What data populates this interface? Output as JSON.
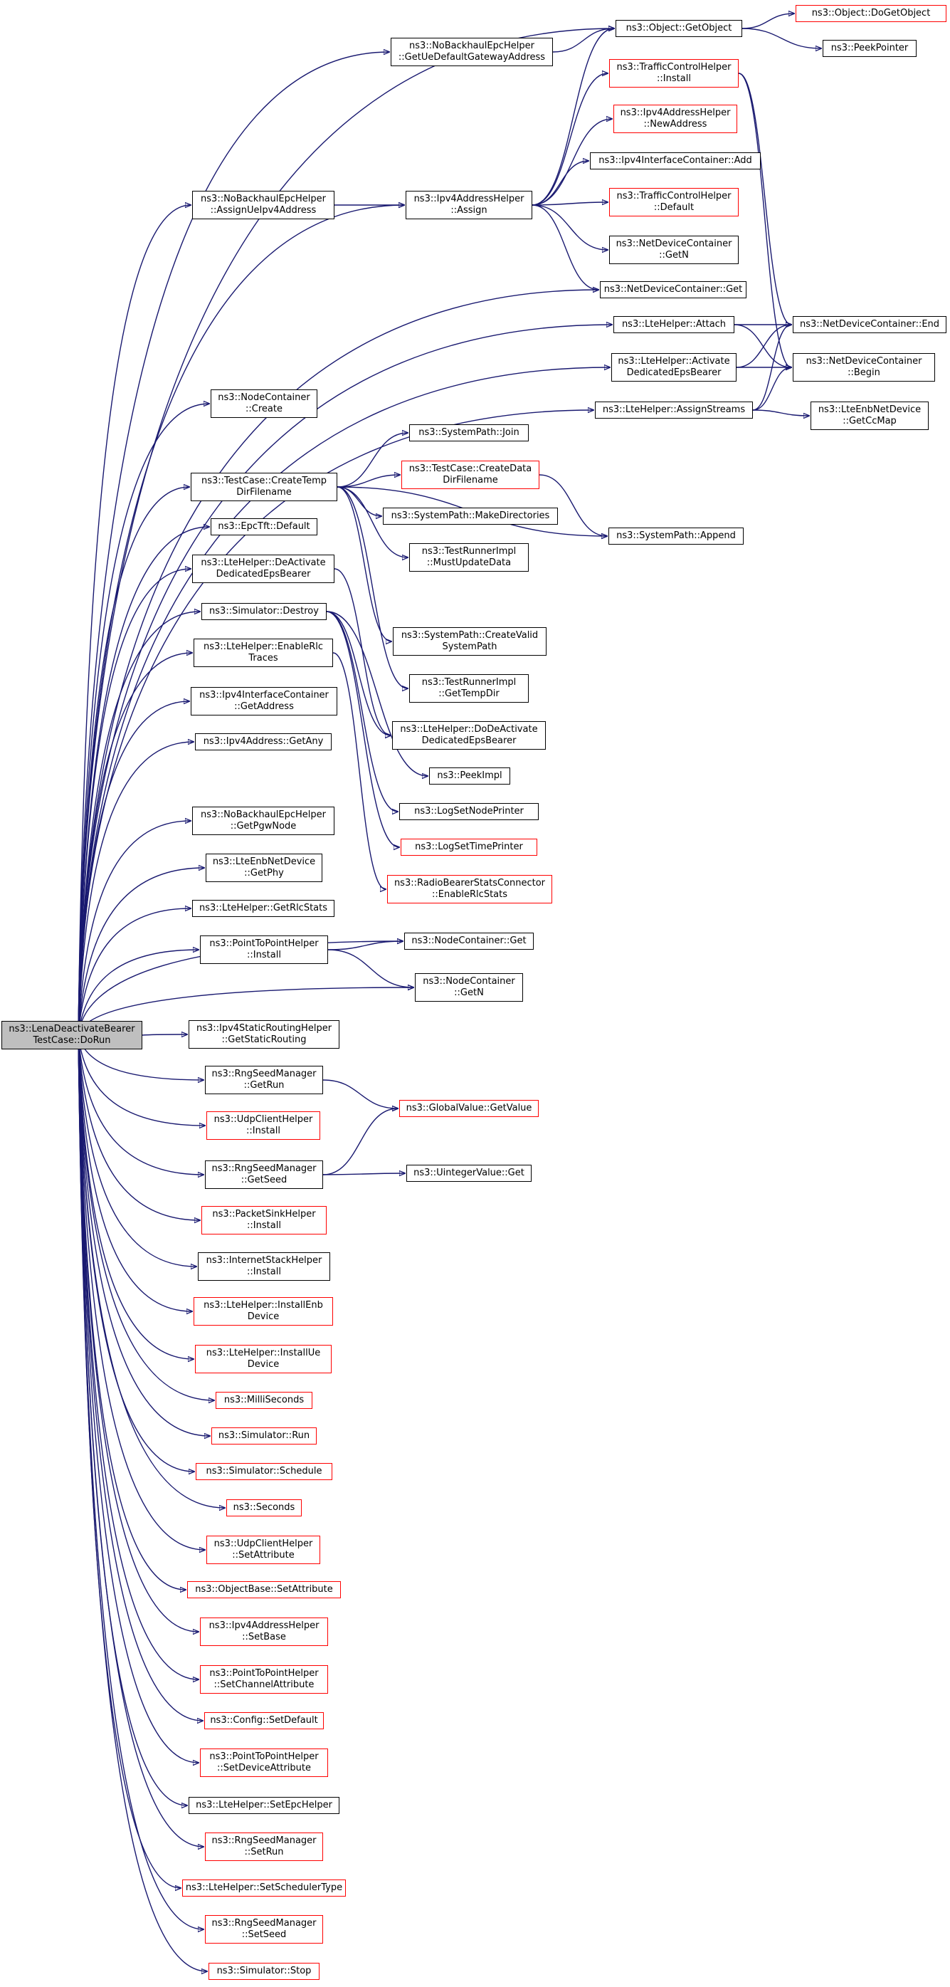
{
  "colors": {
    "edge": "#191970",
    "border_default": "#000000",
    "border_incomplete": "#ff0000",
    "root_fill": "#bfbfbf",
    "background": "#ffffff"
  },
  "nodes": [
    {
      "id": "root",
      "lines": [
        "ns3::LenaDeactivateBearer",
        "TestCase::DoRun"
      ],
      "style": "root"
    },
    {
      "id": "nbeh_getue",
      "lines": [
        "ns3::NoBackhaulEpcHelper",
        "::GetUeDefaultGatewayAddress"
      ],
      "style": "black"
    },
    {
      "id": "obj_getobject",
      "lines": [
        "ns3::Object::GetObject"
      ],
      "style": "black"
    },
    {
      "id": "obj_dogetobject",
      "lines": [
        "ns3::Object::DoGetObject"
      ],
      "style": "red"
    },
    {
      "id": "peekpointer",
      "lines": [
        "ns3::PeekPointer"
      ],
      "style": "black"
    },
    {
      "id": "tch_install",
      "lines": [
        "ns3::TrafficControlHelper",
        "::Install"
      ],
      "style": "red"
    },
    {
      "id": "ipv4ah_newaddress",
      "lines": [
        "ns3::Ipv4AddressHelper",
        "::NewAddress"
      ],
      "style": "red"
    },
    {
      "id": "ipv4ic_add",
      "lines": [
        "ns3::Ipv4InterfaceContainer::Add"
      ],
      "style": "black"
    },
    {
      "id": "nbeh_assign",
      "lines": [
        "ns3::NoBackhaulEpcHelper",
        "::AssignUeIpv4Address"
      ],
      "style": "black"
    },
    {
      "id": "ipv4ah_assign",
      "lines": [
        "ns3::Ipv4AddressHelper",
        "::Assign"
      ],
      "style": "black"
    },
    {
      "id": "tch_default",
      "lines": [
        "ns3::TrafficControlHelper",
        "::Default"
      ],
      "style": "red"
    },
    {
      "id": "ndc_getn",
      "lines": [
        "ns3::NetDeviceContainer",
        "::GetN"
      ],
      "style": "black"
    },
    {
      "id": "ndc_get",
      "lines": [
        "ns3::NetDeviceContainer::Get"
      ],
      "style": "black"
    },
    {
      "id": "lte_attach",
      "lines": [
        "ns3::LteHelper::Attach"
      ],
      "style": "black"
    },
    {
      "id": "ndc_end",
      "lines": [
        "ns3::NetDeviceContainer::End"
      ],
      "style": "black"
    },
    {
      "id": "lte_activate",
      "lines": [
        "ns3::LteHelper::Activate",
        "DedicatedEpsBearer"
      ],
      "style": "black"
    },
    {
      "id": "ndc_begin",
      "lines": [
        "ns3::NetDeviceContainer",
        "::Begin"
      ],
      "style": "black"
    },
    {
      "id": "nc_create",
      "lines": [
        "ns3::NodeContainer",
        "::Create"
      ],
      "style": "black"
    },
    {
      "id": "lte_assignstreams",
      "lines": [
        "ns3::LteHelper::AssignStreams"
      ],
      "style": "black"
    },
    {
      "id": "enb_getccmap",
      "lines": [
        "ns3::LteEnbNetDevice",
        "::GetCcMap"
      ],
      "style": "black"
    },
    {
      "id": "sp_join",
      "lines": [
        "ns3::SystemPath::Join"
      ],
      "style": "black"
    },
    {
      "id": "tc_createtemp",
      "lines": [
        "ns3::TestCase::CreateTemp",
        "DirFilename"
      ],
      "style": "black"
    },
    {
      "id": "tc_createdata",
      "lines": [
        "ns3::TestCase::CreateData",
        "DirFilename"
      ],
      "style": "red"
    },
    {
      "id": "sp_makedirs",
      "lines": [
        "ns3::SystemPath::MakeDirectories"
      ],
      "style": "black"
    },
    {
      "id": "epctft_default",
      "lines": [
        "ns3::EpcTft::Default"
      ],
      "style": "black"
    },
    {
      "id": "sp_append",
      "lines": [
        "ns3::SystemPath::Append"
      ],
      "style": "black"
    },
    {
      "id": "tri_mustupdate",
      "lines": [
        "ns3::TestRunnerImpl",
        "::MustUpdateData"
      ],
      "style": "black"
    },
    {
      "id": "lte_deactivate",
      "lines": [
        "ns3::LteHelper::DeActivate",
        "DedicatedEpsBearer"
      ],
      "style": "black"
    },
    {
      "id": "sim_destroy",
      "lines": [
        "ns3::Simulator::Destroy"
      ],
      "style": "black"
    },
    {
      "id": "sp_createvalid",
      "lines": [
        "ns3::SystemPath::CreateValid",
        "SystemPath"
      ],
      "style": "black"
    },
    {
      "id": "lte_enablerlc",
      "lines": [
        "ns3::LteHelper::EnableRlc",
        "Traces"
      ],
      "style": "black"
    },
    {
      "id": "tri_gettempdir",
      "lines": [
        "ns3::TestRunnerImpl",
        "::GetTempDir"
      ],
      "style": "black"
    },
    {
      "id": "ipv4ic_getaddress",
      "lines": [
        "ns3::Ipv4InterfaceContainer",
        "::GetAddress"
      ],
      "style": "black"
    },
    {
      "id": "lte_dodeactivate",
      "lines": [
        "ns3::LteHelper::DoDeActivate",
        "DedicatedEpsBearer"
      ],
      "style": "black"
    },
    {
      "id": "ipv4addr_getany",
      "lines": [
        "ns3::Ipv4Address::GetAny"
      ],
      "style": "black"
    },
    {
      "id": "peekimpl",
      "lines": [
        "ns3::PeekImpl"
      ],
      "style": "black"
    },
    {
      "id": "lognodeprinter",
      "lines": [
        "ns3::LogSetNodePrinter"
      ],
      "style": "black"
    },
    {
      "id": "nbeh_getpgw",
      "lines": [
        "ns3::NoBackhaulEpcHelper",
        "::GetPgwNode"
      ],
      "style": "black"
    },
    {
      "id": "logtimeprinter",
      "lines": [
        "ns3::LogSetTimePrinter"
      ],
      "style": "red"
    },
    {
      "id": "enb_getphy",
      "lines": [
        "ns3::LteEnbNetDevice",
        "::GetPhy"
      ],
      "style": "black"
    },
    {
      "id": "rbsc_enablerlc",
      "lines": [
        "ns3::RadioBearerStatsConnector",
        "::EnableRlcStats"
      ],
      "style": "red"
    },
    {
      "id": "lte_getrlcstats",
      "lines": [
        "ns3::LteHelper::GetRlcStats"
      ],
      "style": "black"
    },
    {
      "id": "p2p_install",
      "lines": [
        "ns3::PointToPointHelper",
        "::Install"
      ],
      "style": "black"
    },
    {
      "id": "nc_get",
      "lines": [
        "ns3::NodeContainer::Get"
      ],
      "style": "black"
    },
    {
      "id": "nc_getn",
      "lines": [
        "ns3::NodeContainer",
        "::GetN"
      ],
      "style": "black"
    },
    {
      "id": "ipv4srh_getstatic",
      "lines": [
        "ns3::Ipv4StaticRoutingHelper",
        "::GetStaticRouting"
      ],
      "style": "black"
    },
    {
      "id": "rng_getrun",
      "lines": [
        "ns3::RngSeedManager",
        "::GetRun"
      ],
      "style": "black"
    },
    {
      "id": "gv_getvalue",
      "lines": [
        "ns3::GlobalValue::GetValue"
      ],
      "style": "red"
    },
    {
      "id": "udpch_install",
      "lines": [
        "ns3::UdpClientHelper",
        "::Install"
      ],
      "style": "red"
    },
    {
      "id": "rng_getseed",
      "lines": [
        "ns3::RngSeedManager",
        "::GetSeed"
      ],
      "style": "black"
    },
    {
      "id": "uint_get",
      "lines": [
        "ns3::UintegerValue::Get"
      ],
      "style": "black"
    },
    {
      "id": "psh_install",
      "lines": [
        "ns3::PacketSinkHelper",
        "::Install"
      ],
      "style": "red"
    },
    {
      "id": "ish_install",
      "lines": [
        "ns3::InternetStackHelper",
        "::Install"
      ],
      "style": "black"
    },
    {
      "id": "lte_installenb",
      "lines": [
        "ns3::LteHelper::InstallEnb",
        "Device"
      ],
      "style": "red"
    },
    {
      "id": "lte_installue",
      "lines": [
        "ns3::LteHelper::InstallUe",
        "Device"
      ],
      "style": "red"
    },
    {
      "id": "milliseconds",
      "lines": [
        "ns3::MilliSeconds"
      ],
      "style": "red"
    },
    {
      "id": "sim_run",
      "lines": [
        "ns3::Simulator::Run"
      ],
      "style": "red"
    },
    {
      "id": "sim_schedule",
      "lines": [
        "ns3::Simulator::Schedule"
      ],
      "style": "red"
    },
    {
      "id": "seconds",
      "lines": [
        "ns3::Seconds"
      ],
      "style": "red"
    },
    {
      "id": "udpch_setattr",
      "lines": [
        "ns3::UdpClientHelper",
        "::SetAttribute"
      ],
      "style": "red"
    },
    {
      "id": "objbase_setattr",
      "lines": [
        "ns3::ObjectBase::SetAttribute"
      ],
      "style": "red"
    },
    {
      "id": "ipv4ah_setbase",
      "lines": [
        "ns3::Ipv4AddressHelper",
        "::SetBase"
      ],
      "style": "red"
    },
    {
      "id": "p2p_setchannel",
      "lines": [
        "ns3::PointToPointHelper",
        "::SetChannelAttribute"
      ],
      "style": "red"
    },
    {
      "id": "config_setdefault",
      "lines": [
        "ns3::Config::SetDefault"
      ],
      "style": "red"
    },
    {
      "id": "p2p_setdevice",
      "lines": [
        "ns3::PointToPointHelper",
        "::SetDeviceAttribute"
      ],
      "style": "red"
    },
    {
      "id": "lte_setepc",
      "lines": [
        "ns3::LteHelper::SetEpcHelper"
      ],
      "style": "black"
    },
    {
      "id": "rng_setrun",
      "lines": [
        "ns3::RngSeedManager",
        "::SetRun"
      ],
      "style": "red"
    },
    {
      "id": "lte_setsched",
      "lines": [
        "ns3::LteHelper::SetSchedulerType"
      ],
      "style": "red"
    },
    {
      "id": "rng_setseed",
      "lines": [
        "ns3::RngSeedManager",
        "::SetSeed"
      ],
      "style": "red"
    },
    {
      "id": "sim_stop",
      "lines": [
        "ns3::Simulator::Stop"
      ],
      "style": "red"
    }
  ],
  "edges": [
    [
      "root",
      "nbeh_getue"
    ],
    [
      "root",
      "obj_getobject"
    ],
    [
      "root",
      "nbeh_assign"
    ],
    [
      "root",
      "ipv4ah_assign"
    ],
    [
      "root",
      "ndc_get"
    ],
    [
      "root",
      "lte_attach"
    ],
    [
      "root",
      "lte_activate"
    ],
    [
      "root",
      "nc_create"
    ],
    [
      "root",
      "lte_assignstreams"
    ],
    [
      "root",
      "tc_createtemp"
    ],
    [
      "root",
      "epctft_default"
    ],
    [
      "root",
      "lte_deactivate"
    ],
    [
      "root",
      "sim_destroy"
    ],
    [
      "root",
      "lte_enablerlc"
    ],
    [
      "root",
      "ipv4ic_getaddress"
    ],
    [
      "root",
      "ipv4addr_getany"
    ],
    [
      "root",
      "nc_get"
    ],
    [
      "root",
      "nbeh_getpgw"
    ],
    [
      "root",
      "enb_getphy"
    ],
    [
      "root",
      "lte_getrlcstats"
    ],
    [
      "root",
      "p2p_install"
    ],
    [
      "root",
      "nc_getn"
    ],
    [
      "root",
      "ipv4srh_getstatic"
    ],
    [
      "root",
      "rng_getrun"
    ],
    [
      "root",
      "udpch_install"
    ],
    [
      "root",
      "rng_getseed"
    ],
    [
      "root",
      "psh_install"
    ],
    [
      "root",
      "ish_install"
    ],
    [
      "root",
      "lte_installenb"
    ],
    [
      "root",
      "lte_installue"
    ],
    [
      "root",
      "milliseconds"
    ],
    [
      "root",
      "sim_run"
    ],
    [
      "root",
      "sim_schedule"
    ],
    [
      "root",
      "seconds"
    ],
    [
      "root",
      "udpch_setattr"
    ],
    [
      "root",
      "objbase_setattr"
    ],
    [
      "root",
      "ipv4ah_setbase"
    ],
    [
      "root",
      "p2p_setchannel"
    ],
    [
      "root",
      "config_setdefault"
    ],
    [
      "root",
      "p2p_setdevice"
    ],
    [
      "root",
      "lte_setepc"
    ],
    [
      "root",
      "rng_setrun"
    ],
    [
      "root",
      "lte_setsched"
    ],
    [
      "root",
      "rng_setseed"
    ],
    [
      "root",
      "sim_stop"
    ],
    [
      "nbeh_getue",
      "obj_getobject"
    ],
    [
      "obj_getobject",
      "obj_dogetobject"
    ],
    [
      "obj_getobject",
      "peekpointer"
    ],
    [
      "tch_install",
      "ndc_end"
    ],
    [
      "tch_install",
      "ndc_begin"
    ],
    [
      "nbeh_assign",
      "ipv4ah_assign"
    ],
    [
      "ipv4ah_assign",
      "obj_getobject"
    ],
    [
      "ipv4ah_assign",
      "tch_install"
    ],
    [
      "ipv4ah_assign",
      "ipv4ah_newaddress"
    ],
    [
      "ipv4ah_assign",
      "ipv4ic_add"
    ],
    [
      "ipv4ah_assign",
      "tch_default"
    ],
    [
      "ipv4ah_assign",
      "ndc_getn"
    ],
    [
      "ipv4ah_assign",
      "ndc_get"
    ],
    [
      "lte_attach",
      "ndc_end"
    ],
    [
      "lte_attach",
      "ndc_begin"
    ],
    [
      "lte_activate",
      "ndc_end"
    ],
    [
      "lte_activate",
      "ndc_begin"
    ],
    [
      "lte_assignstreams",
      "ndc_end"
    ],
    [
      "lte_assignstreams",
      "ndc_begin"
    ],
    [
      "lte_assignstreams",
      "enb_getccmap"
    ],
    [
      "tc_createtemp",
      "sp_join"
    ],
    [
      "tc_createtemp",
      "tc_createdata"
    ],
    [
      "tc_createtemp",
      "sp_makedirs"
    ],
    [
      "tc_createtemp",
      "tri_mustupdate"
    ],
    [
      "tc_createtemp",
      "sp_append"
    ],
    [
      "tc_createtemp",
      "sp_createvalid"
    ],
    [
      "tc_createtemp",
      "tri_gettempdir"
    ],
    [
      "tc_createdata",
      "sp_append"
    ],
    [
      "lte_deactivate",
      "lte_dodeactivate"
    ],
    [
      "sim_destroy",
      "lte_dodeactivate"
    ],
    [
      "sim_destroy",
      "peekimpl"
    ],
    [
      "sim_destroy",
      "lognodeprinter"
    ],
    [
      "sim_destroy",
      "logtimeprinter"
    ],
    [
      "lte_enablerlc",
      "rbsc_enablerlc"
    ],
    [
      "p2p_install",
      "nc_get"
    ],
    [
      "p2p_install",
      "nc_getn"
    ],
    [
      "rng_getrun",
      "gv_getvalue"
    ],
    [
      "rng_getseed",
      "gv_getvalue"
    ],
    [
      "rng_getseed",
      "uint_get"
    ]
  ]
}
